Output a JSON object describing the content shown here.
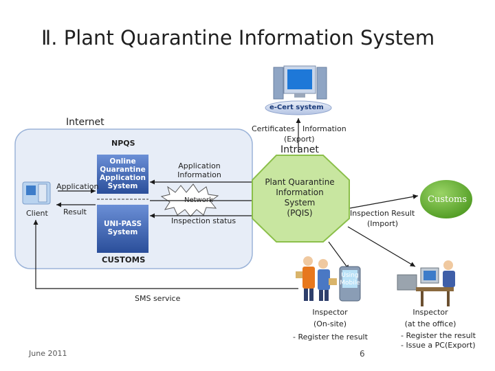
{
  "title": "Ⅱ. Plant Quarantine Information System",
  "labels": {
    "ecert": "e-Cert system",
    "internet": "Internet",
    "intranet": "Intranet",
    "certificates": "Certificates",
    "information": "Information",
    "export": "(Export)",
    "npqs": "NPQS",
    "online_quarantine": [
      "Online",
      "Quarantine",
      "Application",
      "System"
    ],
    "unipass": [
      "UNI-PASS",
      "System"
    ],
    "customs_box": "CUSTOMS",
    "application_left": "Application",
    "result": "Result",
    "client": "Client",
    "application_info": [
      "Application",
      "Information"
    ],
    "network": "Network",
    "inspection_status": "Inspection status",
    "pqis": [
      "Plant Quarantine",
      "Information",
      "System",
      "(PQIS)"
    ],
    "customs_circle": "Customs",
    "inspection_result": "Inspection Result",
    "import": "(Import)",
    "using_mobile": [
      "Using",
      "Mobile"
    ],
    "sms_service": "SMS service",
    "inspector_onsite": [
      "Inspector",
      "(On-site)"
    ],
    "register_onsite": "- Register the result",
    "inspector_office": [
      "Inspector",
      "(at the office)"
    ],
    "register_office": [
      "- Register the result",
      "- Issue a PC(Export)"
    ],
    "date": "June 2011",
    "page": "6"
  },
  "colors": {
    "panel": "#e7edf7",
    "panel_border": "#9bb3d8",
    "dark_box": "#2f5597",
    "pqis_fill": "#c8e6a0",
    "pqis_border": "#8bbf4a",
    "customs_fill": "#6ab534",
    "arrow": "#1a1a1a"
  },
  "icons": [
    "monitor-server-icon",
    "client-computer-icon",
    "inspectors-people-icon",
    "mobile-phone-icon",
    "office-worker-icon",
    "network-cloud-icon"
  ]
}
